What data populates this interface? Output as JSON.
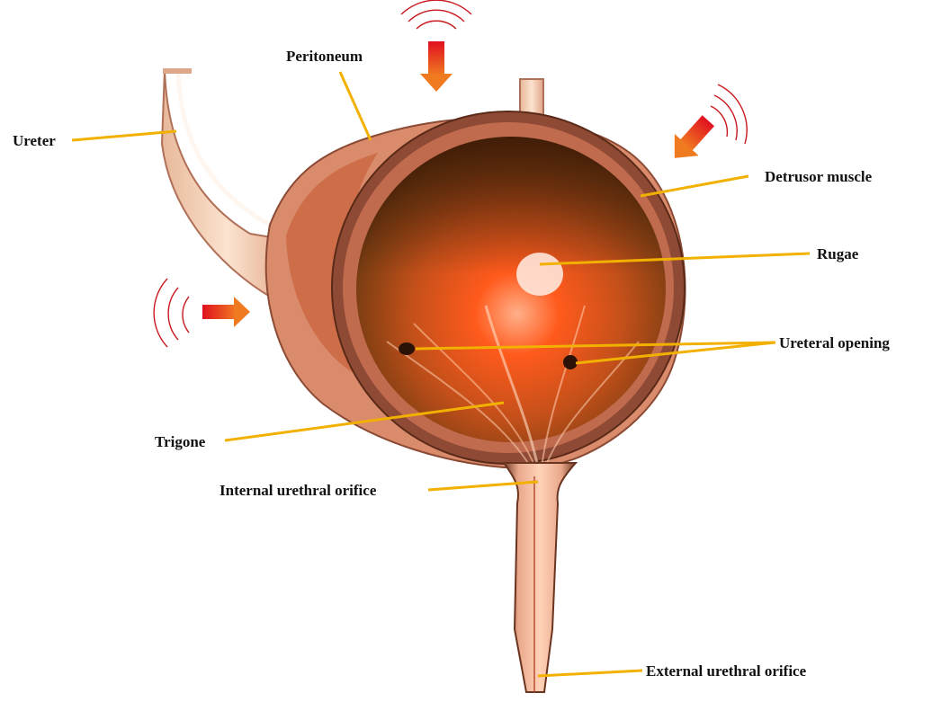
{
  "labels": {
    "ureter": "Ureter",
    "peritoneum": "Peritoneum",
    "detrusor_muscle": "Detrusor muscle",
    "rugae": "Rugae",
    "ureteral_opening": "Ureteral opening",
    "trigone": "Trigone",
    "internal_urethral_orifice": "Internal urethral orifice",
    "external_urethral_orifice": "External urethral orifice"
  },
  "colors": {
    "leader_line": "#f2b100",
    "pressure_arrow": "#e8502a",
    "pressure_waves": "#c8181e",
    "outer_wall": "#d98b6c",
    "lumen_dark": "#5b2c0c",
    "lumen_glow": "#ff5a1c"
  },
  "icons": {
    "pressure_arrows": "pressure-arrow-icon",
    "pressure_waves": "wave-arcs-icon"
  }
}
